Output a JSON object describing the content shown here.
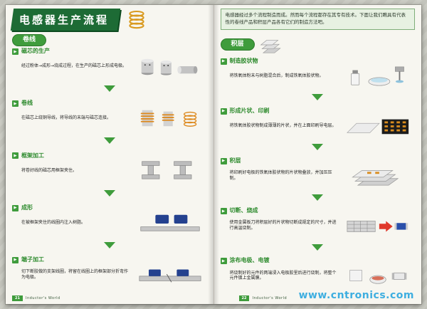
{
  "header": {
    "title": "电感器生产流程",
    "intro": "电感器经过多个流程制造而成。然而每个流程都存在其专有技术。下面让我们瞧具有代表性的卷线产品和积层产品各有它们的制造方法吧。"
  },
  "sections": [
    {
      "label": "卷线",
      "steps": [
        {
          "title": "磁芯的生产",
          "desc": "经过粉体→成形→烧成过程，在生产的磁芯上形成电极。"
        },
        {
          "title": "卷线",
          "desc": "在磁芯上绕铜导线，将导线的末端与磁芯连接。"
        },
        {
          "title": "框架加工",
          "desc": "将卷好线的磁芯用框架夹住。"
        },
        {
          "title": "成形",
          "desc": "在被框架夹住的线圈内注入树脂。"
        },
        {
          "title": "端子加工",
          "desc": "切下断胶做的支架线圈，将留在线圈上的框架部分折弯作为电极。"
        }
      ]
    },
    {
      "label": "积层",
      "steps": [
        {
          "title": "制造胶状物",
          "desc": "将铁氧体粉末与树脂混合后，制成铁氧体胶状物。"
        },
        {
          "title": "形成片状、印刷",
          "desc": "将铁氧体胶状物制成薄薄的片状，并在上面印刷导电层。"
        },
        {
          "title": "积层",
          "desc": "将印刷好电极的铁氧体胶状物的片状物叠放，并加压压制。"
        },
        {
          "title": "切断、烧成",
          "desc": "使用金属板刀将积层好的片状物切断成规定的尺寸，并进行高温烧制。"
        },
        {
          "title": "涂布电极、电镀",
          "desc": "将烧制好的元件的两端浸入电极胶里后进行烧制，将整个元件镀上金属膜。"
        }
      ]
    }
  ],
  "footer": {
    "left_page": "21",
    "left_brand": "Inductor's World",
    "right_page": "22",
    "right_brand": "Inductor's World",
    "watermark": "www.cntronics.com"
  },
  "colors": {
    "banner_green": "#1d6b35",
    "accent_green": "#3f9c3c",
    "coil_orange": "#dd8a20",
    "watermark_blue": "#2aa7df"
  }
}
